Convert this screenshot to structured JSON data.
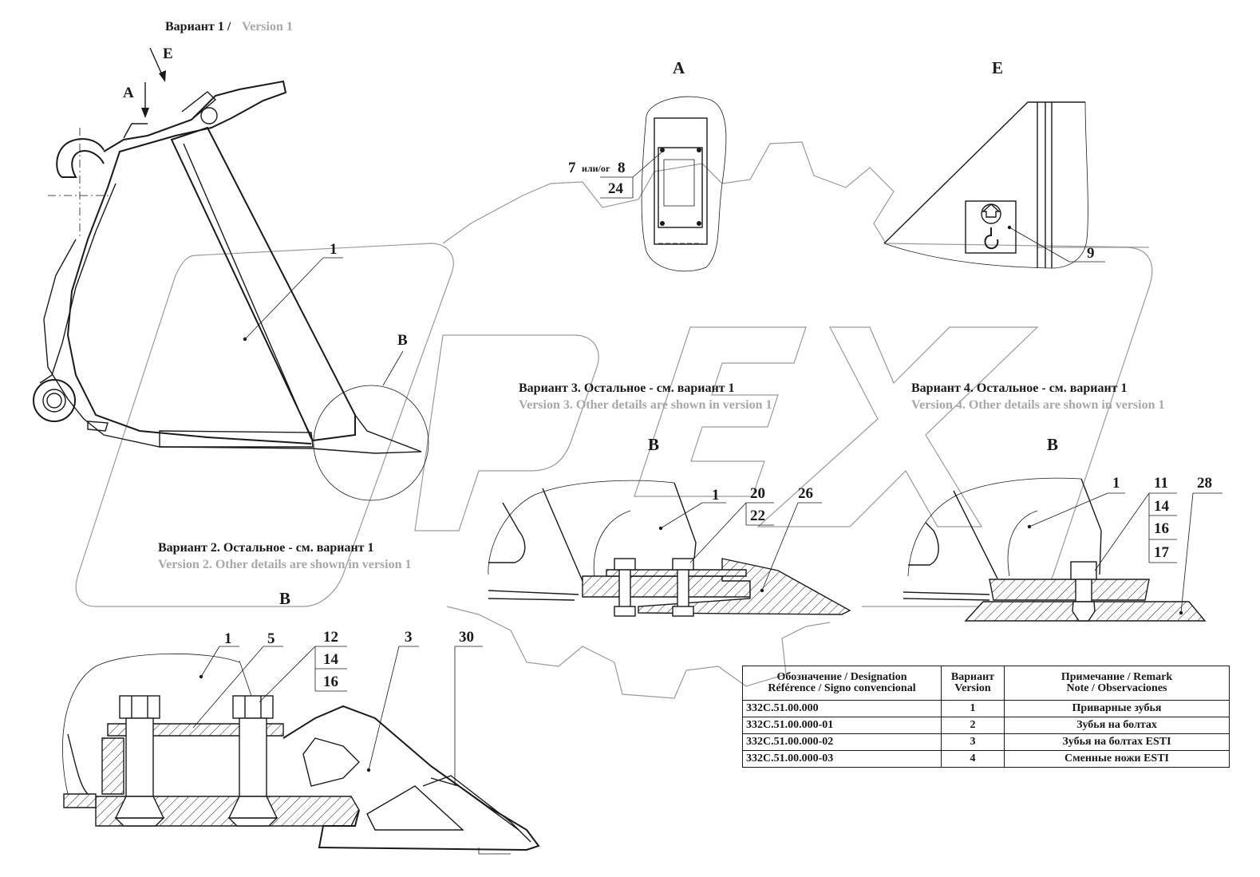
{
  "captions": {
    "v1_ru": "Вариант 1 /",
    "v1_en": "Version 1",
    "v2_ru": "Вариант 2. Остальное - см. вариант 1",
    "v2_en": "Version 2. Other details are shown in version 1",
    "v3_ru": "Вариант 3. Остальное - см. вариант 1",
    "v3_en": "Version 3. Other details are shown in version 1",
    "v4_ru": "Вариант 4. Остальное - см. вариант 1",
    "v4_en": "Version 4. Other details are shown in version 1"
  },
  "view_letters": {
    "a_arrow": "А",
    "e_arrow": "Е",
    "b_circle": "В",
    "view_a": "А",
    "view_e": "Е",
    "view_b2": "В",
    "view_b3": "В",
    "view_b4": "В"
  },
  "callouts": {
    "v1_part": "1",
    "va_7": "7",
    "va_or": "или/or",
    "va_8": "8",
    "va_24": "24",
    "ve_9": "9",
    "v2": [
      "1",
      "5",
      "12",
      "14",
      "16",
      "3",
      "30"
    ],
    "v3": [
      "1",
      "20",
      "22",
      "26"
    ],
    "v4": [
      "1",
      "11",
      "14",
      "16",
      "17",
      "28"
    ]
  },
  "watermark": "OPEX",
  "table": {
    "headers": [
      [
        "Обозначение / Designation",
        "Référence / Signo convencional"
      ],
      [
        "Вариант",
        "Version"
      ],
      [
        "Примечание / Remark",
        "Note / Observaciones"
      ]
    ],
    "rows": [
      [
        "332С.51.00.000",
        "1",
        "Приварные зубья"
      ],
      [
        "332С.51.00.000-01",
        "2",
        "Зубья на болтах"
      ],
      [
        "332С.51.00.000-02",
        "3",
        "Зубья на болтах ESTI"
      ],
      [
        "332С.51.00.000-03",
        "4",
        "Сменные ножи ESTI"
      ]
    ]
  },
  "colors": {
    "ink": "#1a1a1a",
    "gray_text": "#a8a8a8",
    "watermark": "#9a9a9a"
  }
}
